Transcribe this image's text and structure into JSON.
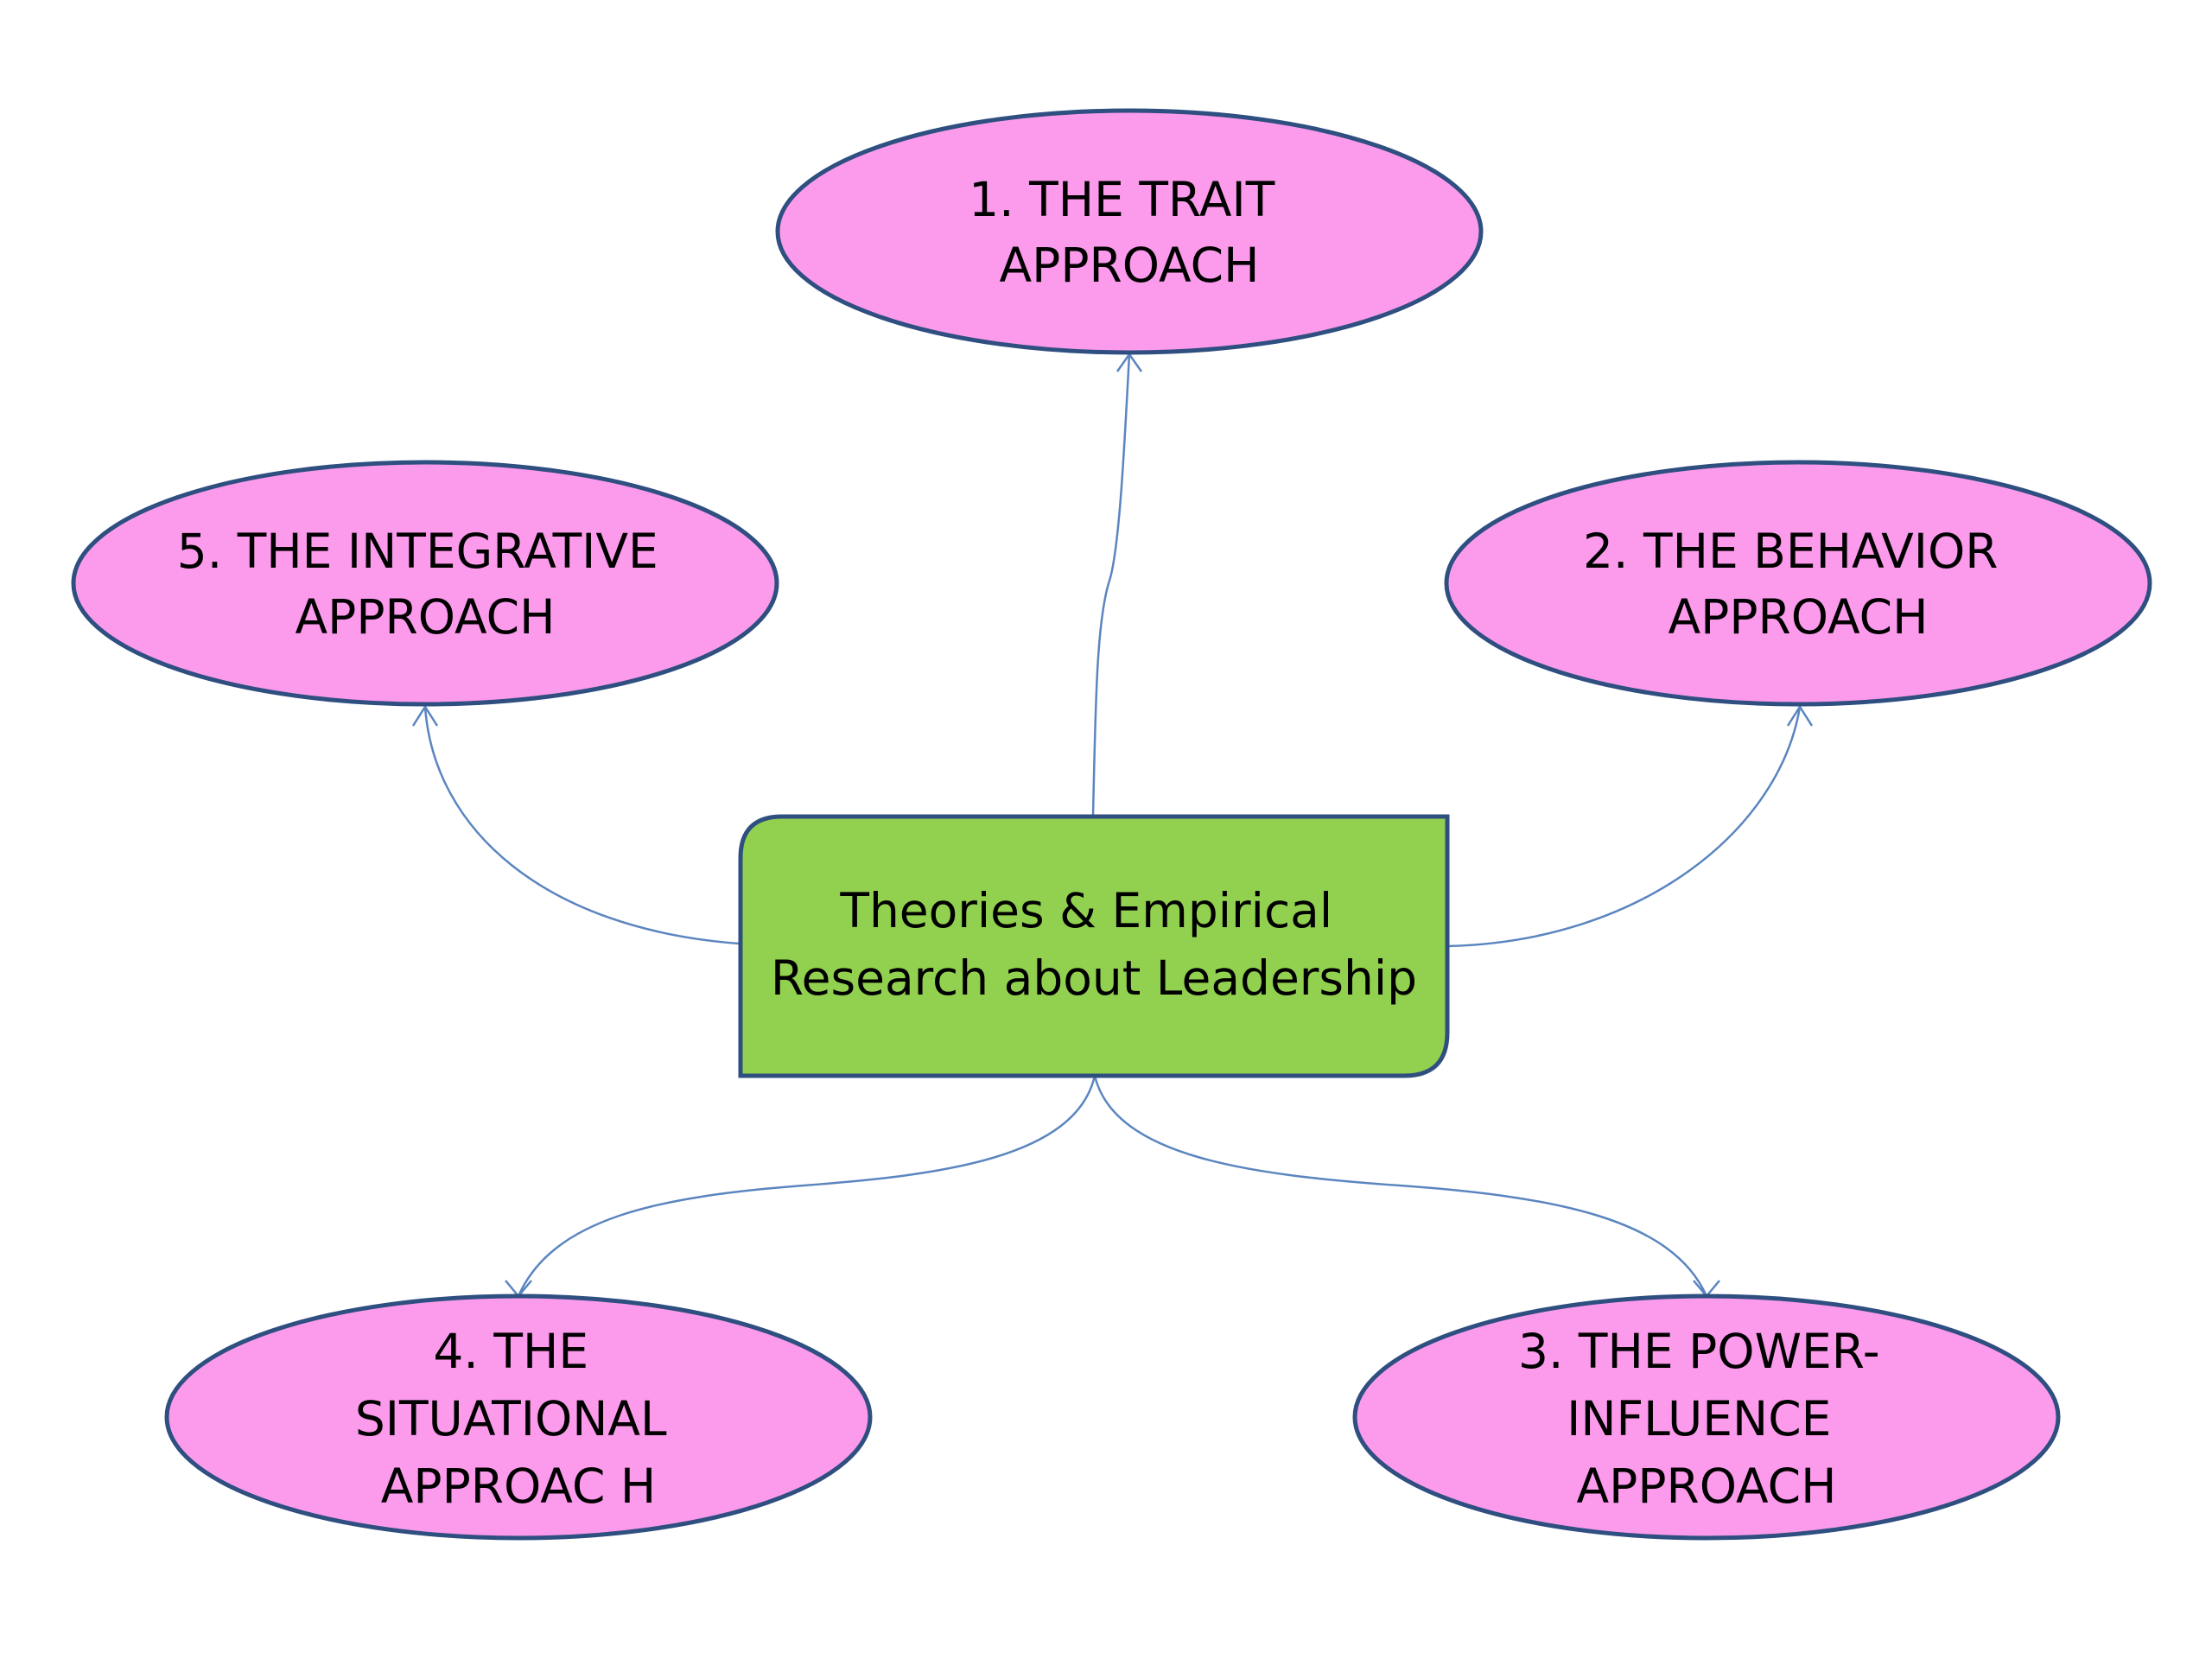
{
  "colors": {
    "center_fill": "#92d050",
    "node_fill": "#fc9bec",
    "border": "#2e4f80",
    "connector": "#5b85bf"
  },
  "center": {
    "lines": [
      "Theories & Empirical",
      "Research about Leadership"
    ]
  },
  "nodes": {
    "trait": {
      "lines": [
        "1. THE TRAIT",
        "APPROACH"
      ]
    },
    "behavior": {
      "lines": [
        "2. THE BEHAVIOR",
        "APPROACH"
      ]
    },
    "power": {
      "lines": [
        "3. THE POWER-",
        "INFLUENCE",
        "APPROACH"
      ]
    },
    "situational": {
      "lines": [
        "4. THE",
        "SITUATIONAL",
        "APPROAC H"
      ]
    },
    "integrative": {
      "lines": [
        "5. THE INTEGRATIVE",
        "APPROACH"
      ]
    }
  }
}
